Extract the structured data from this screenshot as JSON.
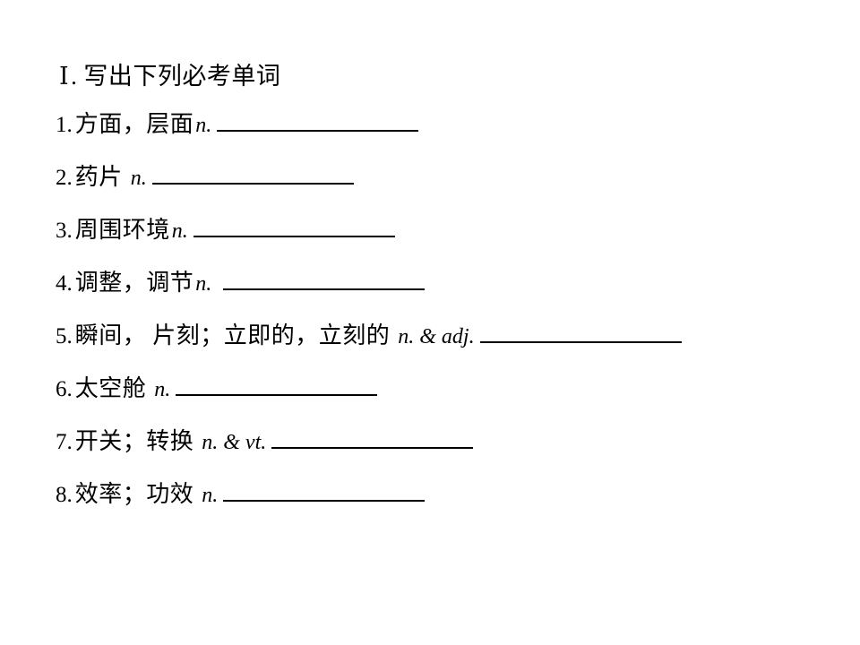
{
  "slide": {
    "background_color": "#ffffff",
    "text_color": "#000000",
    "heading": {
      "numeral": "Ⅰ",
      "separator": ".",
      "text": "写出下列必考单词"
    },
    "items": [
      {
        "number": "1.",
        "chinese": "方面，层面",
        "pos": "n.",
        "space_before_pos": false,
        "blank": "______________"
      },
      {
        "number": "2.",
        "chinese": "药片",
        "pos": "n.",
        "space_before_pos": true,
        "blank": "______________"
      },
      {
        "number": "3.",
        "chinese": "周围环境",
        "pos": "n.",
        "space_before_pos": false,
        "blank": "______________"
      },
      {
        "number": "4.",
        "chinese": "调整，调节",
        "pos": "n.",
        "space_before_pos": false,
        "blank": "______________"
      },
      {
        "number": "5.",
        "chinese": "瞬间， 片刻；立即的，立刻的",
        "pos": "n. & adj.",
        "space_before_pos": true,
        "blank": "______________"
      },
      {
        "number": "6.",
        "chinese": "太空舱",
        "pos": "n.",
        "space_before_pos": true,
        "blank": "______________"
      },
      {
        "number": "7.",
        "chinese": "开关；转换",
        "pos": "n. & vt.",
        "space_before_pos": true,
        "blank": "______________"
      },
      {
        "number": "8.",
        "chinese": "效率；功效",
        "pos": "n.",
        "space_before_pos": true,
        "blank": "______________"
      }
    ]
  }
}
